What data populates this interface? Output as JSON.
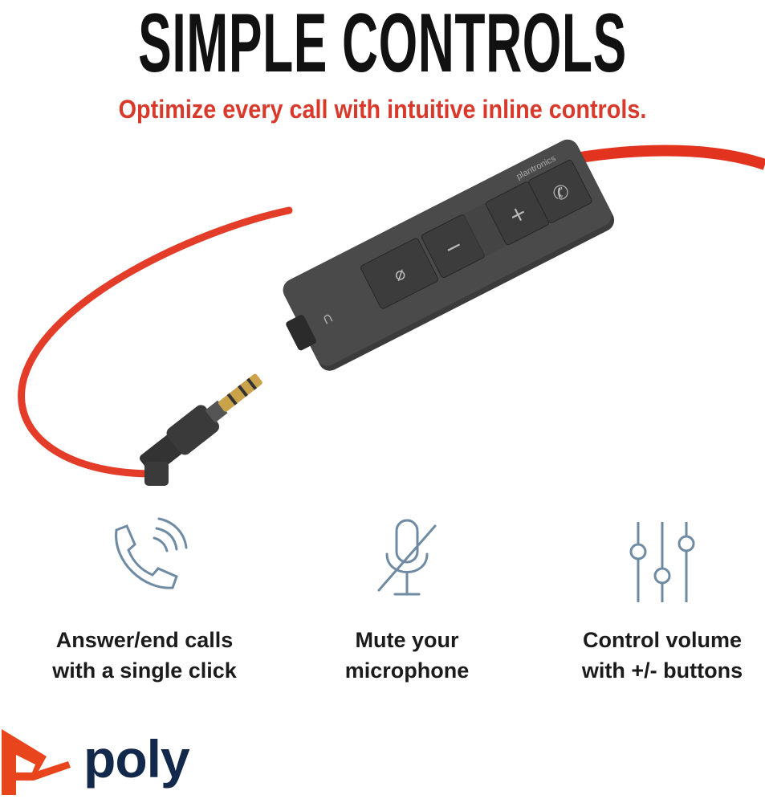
{
  "header": {
    "title": "SIMPLE CONTROLS",
    "subtitle": "Optimize every call with intuitive inline controls."
  },
  "product": {
    "brand_on_device": "plantronics",
    "buttons": [
      "mute",
      "-",
      "+",
      "call"
    ]
  },
  "features": [
    {
      "icon": "phone-call-icon",
      "line1": "Answer/end calls",
      "line2": "with a single click"
    },
    {
      "icon": "mic-mute-icon",
      "line1": "Mute your",
      "line2": "microphone"
    },
    {
      "icon": "sliders-icon",
      "line1": "Control volume",
      "line2": "with +/- buttons"
    }
  ],
  "logo": {
    "text": "poly"
  },
  "colors": {
    "accent": "#d8392b",
    "cable": "#e2331f",
    "icon": "#6f8aa3",
    "brand": "#13294b"
  }
}
